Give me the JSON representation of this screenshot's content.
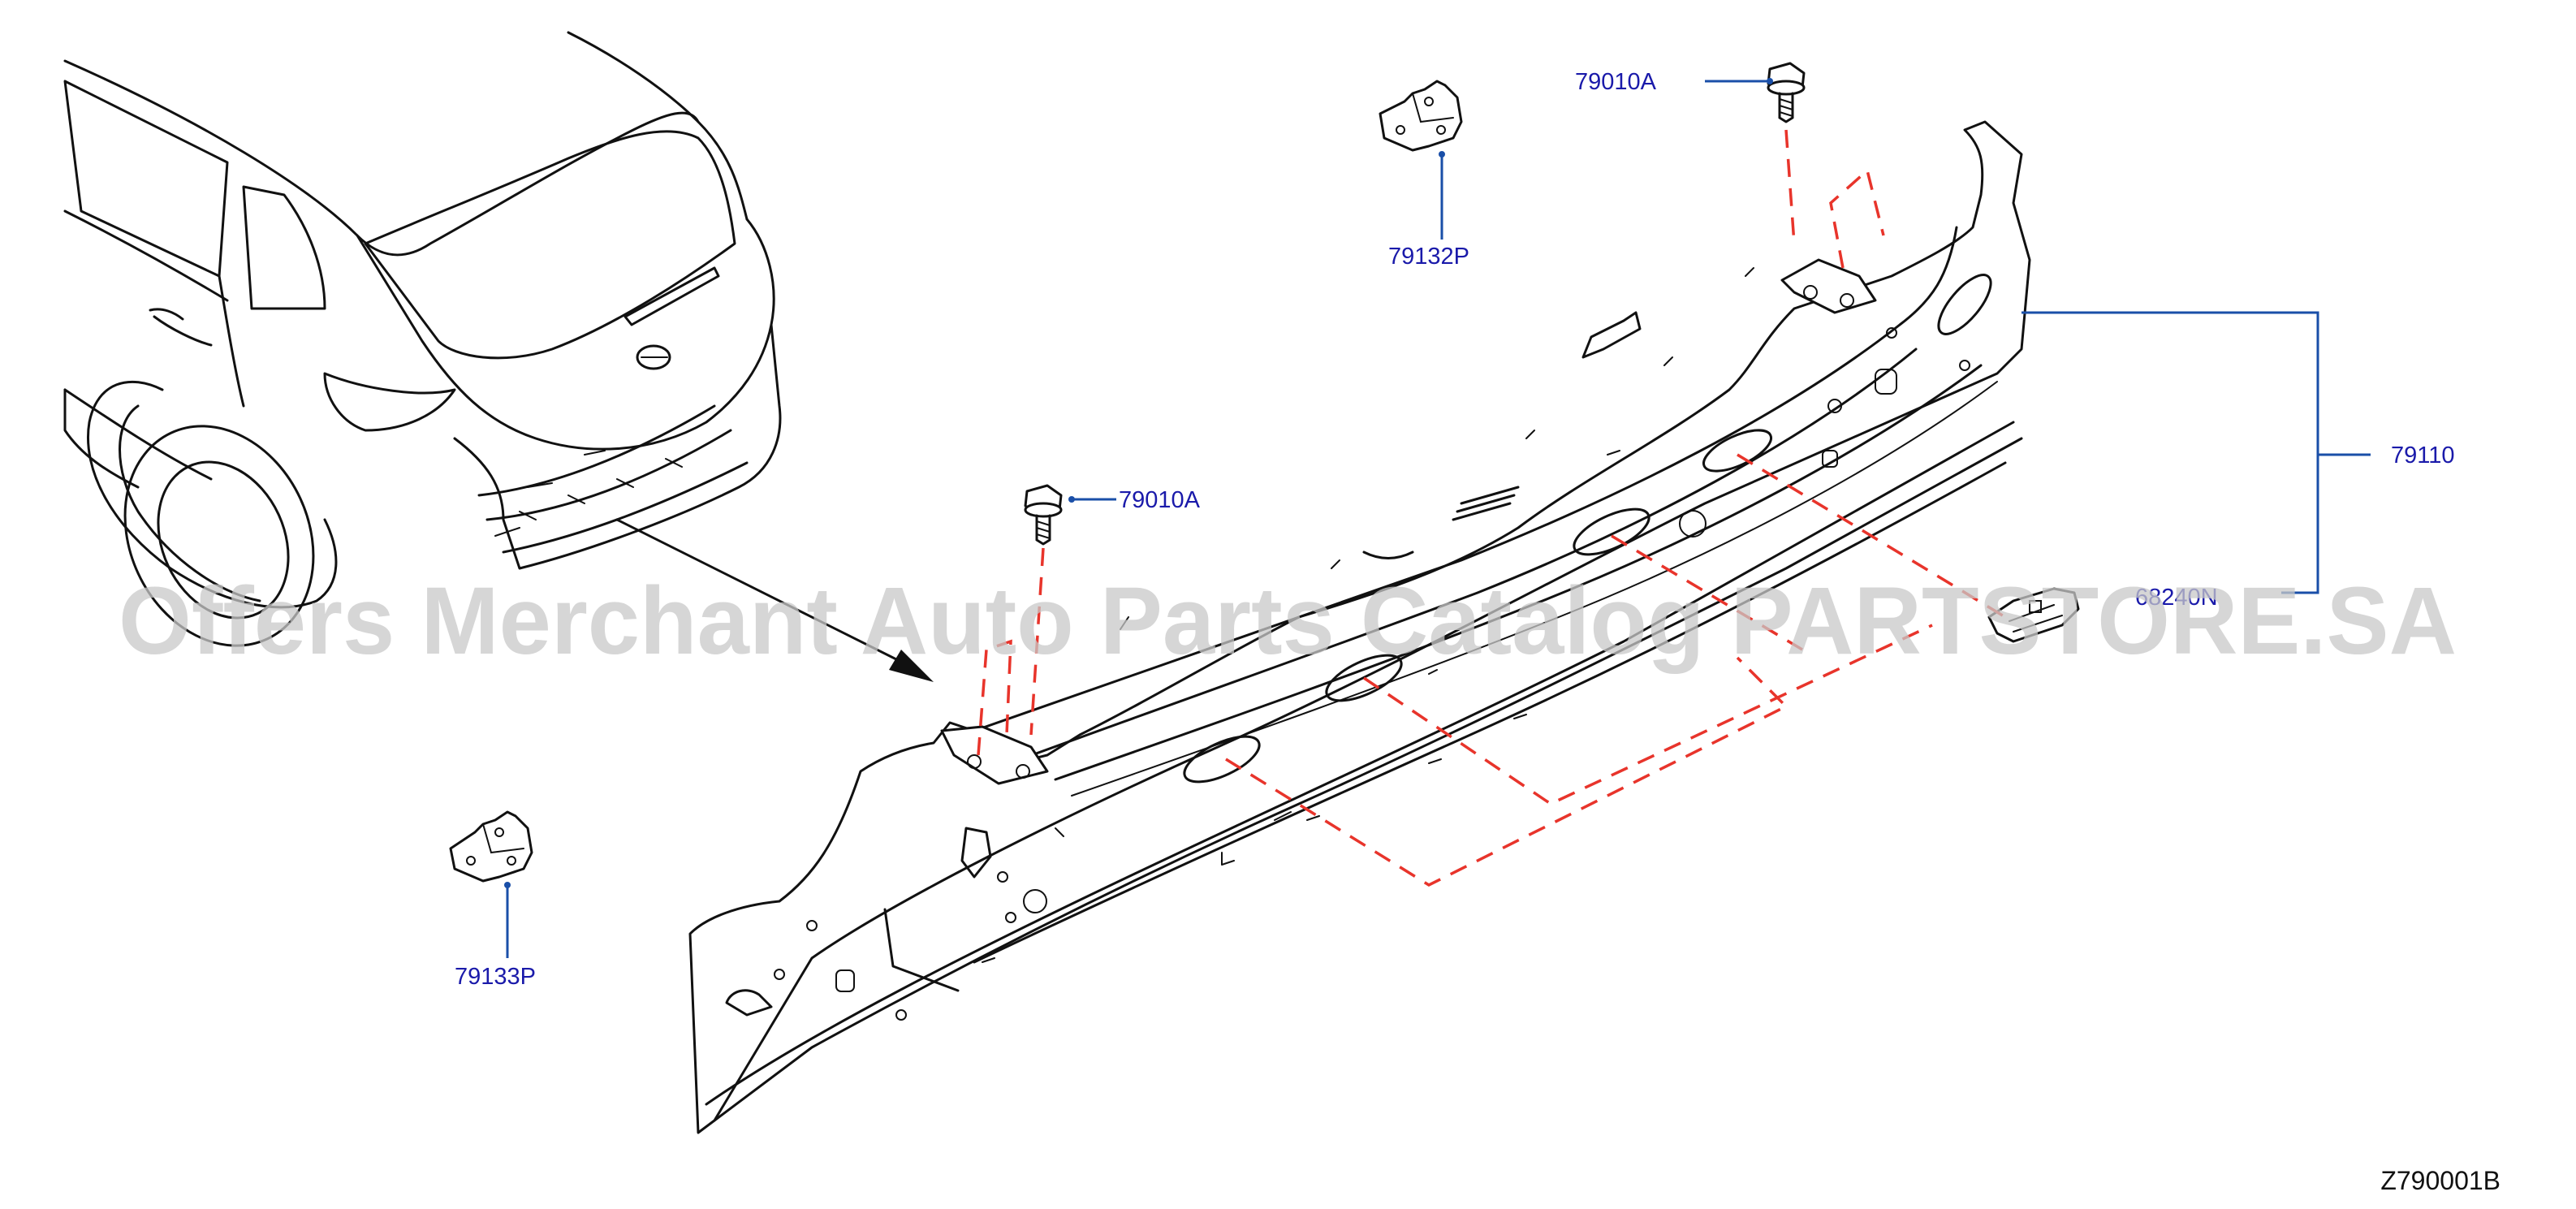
{
  "diagram": {
    "labels": {
      "bolt_top": "79010A",
      "bolt_mid": "79010A",
      "bracket_top": "79132P",
      "bracket_left": "79133P",
      "panel": "79110",
      "grommet": "68240N"
    },
    "watermark": "Offers Merchant Auto Parts Catalog PARTSTORE.SA",
    "figure_code": "Z790001B",
    "colors": {
      "label_text": "#1a1aaa",
      "leader_line": "#1a4fa8",
      "assembly_dash": "#e8342b",
      "outline": "#111111"
    }
  }
}
